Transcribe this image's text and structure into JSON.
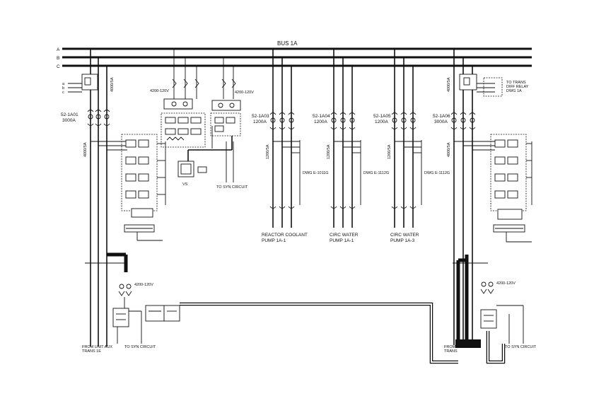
{
  "bus": {
    "title": "BUS 1A",
    "phases": [
      "A",
      "B",
      "C"
    ]
  },
  "left_incoming": {
    "rating": "4000/5A",
    "breaker_id": "52-1A01",
    "breaker_amps": "3000A",
    "ct_label": "4000/5A",
    "pt_ratio": "4200-120V",
    "source_label_1": "FROM UNIT AUX",
    "source_label_2": "TRANS 1E",
    "sync_label": "TO SYN CIRCUIT"
  },
  "center_pt": {
    "ratio_left": "4200-120V",
    "ratio_right": "4200-120V",
    "meter": "VS",
    "sync_label": "TO SYN CIRCUIT"
  },
  "feeders": [
    {
      "breaker_id": "52-1A03",
      "amps": "1200A",
      "ct": "1200/5A",
      "dwg": "DWG E-1011G",
      "name_1": "REACTOR COOLANT",
      "name_2": "PUMP 1A-1"
    },
    {
      "breaker_id": "52-1A04",
      "amps": "1200A",
      "ct": "1200/5A",
      "dwg": "DWG E-1112G",
      "name_1": "CIRC WATER",
      "name_2": "PUMP 1A-1"
    },
    {
      "breaker_id": "52-1A05",
      "amps": "1200A",
      "ct": "1200/5A",
      "dwg": "DWG E-1112G",
      "name_1": "CIRC WATER",
      "name_2": "PUMP 1A-3"
    }
  ],
  "right_incoming": {
    "rating": "4000/5A",
    "relay_label_1": "TO TRANS",
    "relay_label_2": "DIFF RELAY",
    "relay_label_3": "DWG 1A",
    "breaker_id": "52-1A06",
    "breaker_amps": "3000A",
    "ct_label": "4000/5A",
    "pt_ratio": "4200-120V",
    "source_label_1": "FROM",
    "source_label_2": "TRANS",
    "sync_label": "TO SYN CIRCUIT"
  }
}
